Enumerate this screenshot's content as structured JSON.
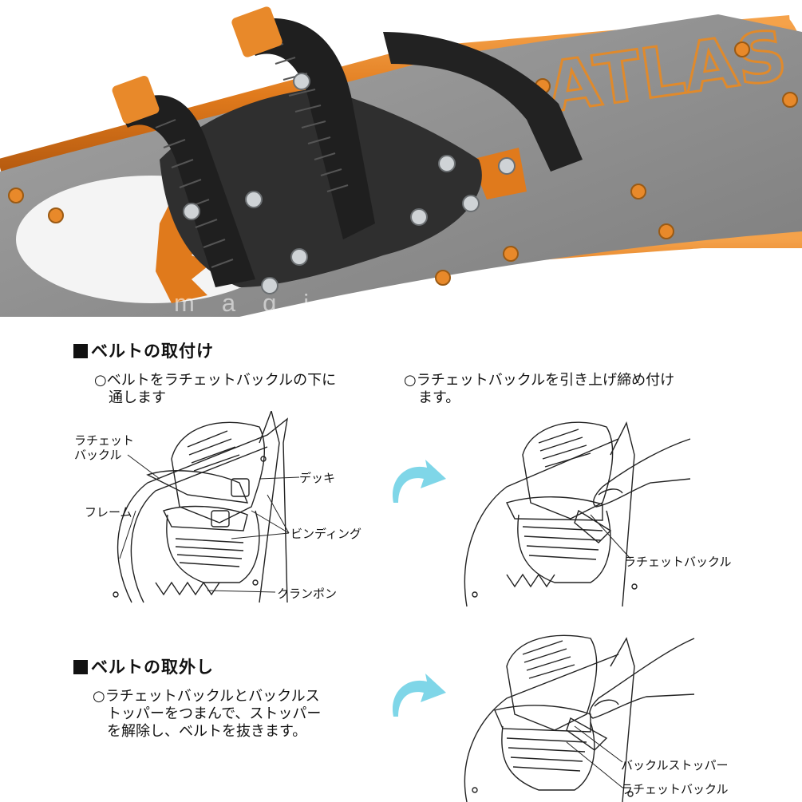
{
  "photo": {
    "watermark": "magichour",
    "deck_logo": "ATLAS"
  },
  "colors": {
    "frame_orange": "#e08a2c",
    "deck_gray": "#8f8f8f",
    "binding_black": "#2a2a2a",
    "arrow_cyan": "#7fd6e8"
  },
  "section_attach": {
    "title": "ベルトの取付け",
    "step1": "○ベルトをラチェットバックルの下に\n　通します",
    "step2": "○ラチェットバックルを引き上げ締め付け\n　ます。",
    "labels": {
      "ratchet_buckle": "ラチェット\nバックル",
      "deck": "デッキ",
      "frame": "フレーム",
      "binding": "ビンディング",
      "crampon": "クランポン",
      "ratchet_buckle_2": "ラチェットバックル"
    }
  },
  "section_remove": {
    "title": "ベルトの取外し",
    "step": "○ラチェットバックルとバックルス\n　トッパーをつまんで、ストッパー\n　を解除し、ベルトを抜きます。",
    "labels": {
      "buckle_stopper": "バックルストッパー",
      "ratchet_buckle": "ラチェットバックル"
    }
  },
  "icons": [
    "curved-arrow-icon",
    "curved-arrow-icon"
  ]
}
